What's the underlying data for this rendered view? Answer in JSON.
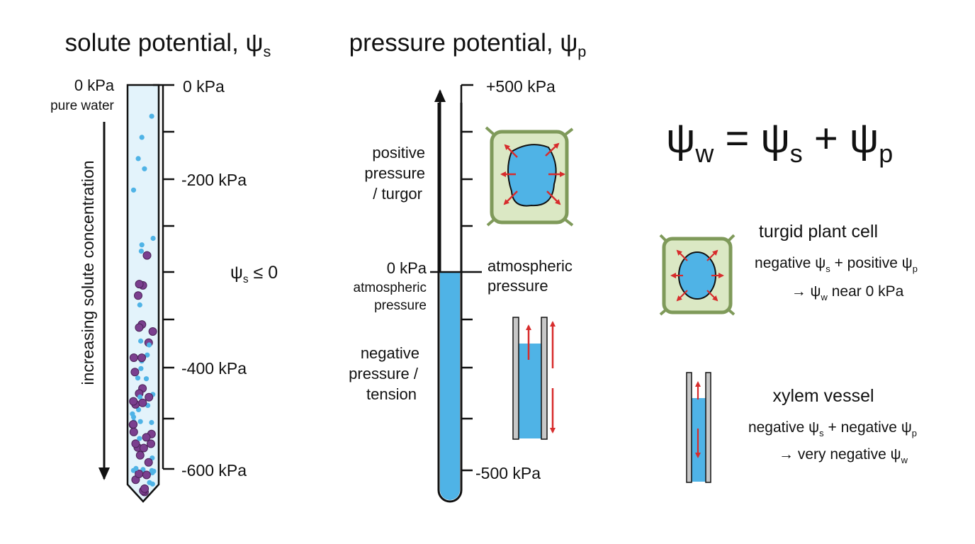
{
  "solute": {
    "title_main": "solute potential, ψ",
    "title_sub": "s",
    "top_left_value": "0 kPa",
    "top_left_note": "pure water",
    "axis_label": "increasing solute concentration",
    "ticks": [
      "0 kPa",
      "-200 kPa",
      "-400 kPa",
      "-600 kPa"
    ],
    "inequality_main": "ψ",
    "inequality_sub": "s",
    "inequality_rest": " ≤ 0"
  },
  "pressure": {
    "title_main": "pressure potential, ψ",
    "title_sub": "p",
    "tick_top": "+500 kPa",
    "tick_bottom": "-500 kPa",
    "zero_value": "0 kPa",
    "zero_note_1": "atmospheric",
    "zero_note_2": "pressure",
    "right_note_1": "atmospheric",
    "right_note_2": "pressure",
    "positive_1": "positive",
    "positive_2": "pressure",
    "positive_3": "/ turgor",
    "negative_1": "negative",
    "negative_2": "pressure /",
    "negative_3": "tension"
  },
  "equation": {
    "psi": "ψ",
    "w": "w",
    "equals": " = ",
    "s": "s",
    "plus": " + ",
    "p": "p"
  },
  "turgid": {
    "title": "turgid plant cell",
    "line1_a": "negative ψ",
    "line1_a_sub": "s",
    "line1_b": " + positive ψ",
    "line1_b_sub": "p",
    "line2_a": "→ ψ",
    "line2_sub": "w",
    "line2_b": " near 0 kPa"
  },
  "xylem": {
    "title": "xylem vessel",
    "line1_a": "negative ψ",
    "line1_a_sub": "s",
    "line1_b": " + negative ψ",
    "line1_b_sub": "p",
    "line2_a": "→ very negative ψ",
    "line2_sub": "w"
  },
  "colors": {
    "water": "#4fb3e6",
    "water_light": "#e3f3fb",
    "solute": "#7b3f8f",
    "cell_wall": "#7f9a5a",
    "cytoplasm": "#dbe8c4",
    "arrow": "#d72c2c",
    "xylem_wall": "#c8c8c8"
  }
}
